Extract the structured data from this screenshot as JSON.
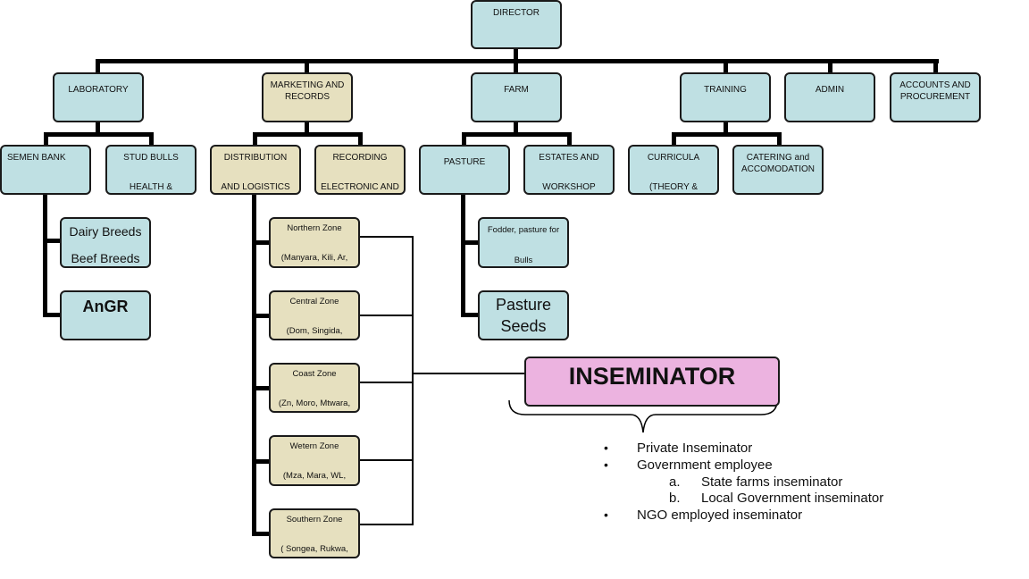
{
  "director": "DIRECTOR",
  "departments": {
    "laboratory": "LABORATORY",
    "marketing": "MARKETING AND RECORDS",
    "farm": "FARM",
    "training": "TRAINING",
    "admin": "ADMIN",
    "accounts": "ACCOUNTS AND PROCUREMENT"
  },
  "units": {
    "semen_bank": "SEMEN BANK",
    "stud_bulls": [
      "STUD BULLS",
      "HEALTH &"
    ],
    "distribution": [
      "DISTRIBUTION",
      "AND LOGISTICS"
    ],
    "recording": [
      "RECORDING",
      "ELECTRONIC AND"
    ],
    "pasture": "PASTURE",
    "estates": [
      "ESTATES AND",
      "WORKSHOP"
    ],
    "curricula": [
      "CURRICULA",
      "(THEORY &"
    ],
    "catering": "CATERING and ACCOMODATION"
  },
  "lab_items": {
    "dairy": [
      "Dairy Breeds",
      "Beef Breeds"
    ],
    "angr": "AnGR"
  },
  "farm_items": {
    "fodder": [
      "Fodder, pasture for",
      "Bulls"
    ],
    "seeds": [
      "Pasture",
      "Seeds"
    ]
  },
  "zones": [
    {
      "name": "Northern   Zone",
      "regions": "(Manyara, Kili, Ar,"
    },
    {
      "name": "Central   Zone",
      "regions": "(Dom, Singida,"
    },
    {
      "name": "Coast Zone",
      "regions": "(Zn, Moro, Mtwara,"
    },
    {
      "name": "Wetern Zone",
      "regions": "(Mza, Mara, WL,"
    },
    {
      "name": "Southern Zone",
      "regions": "( Songea, Rukwa,"
    }
  ],
  "inseminator": "INSEMINATOR",
  "inseminator_types": {
    "b1": "Private Inseminator",
    "b2": "Government employee",
    "b2a_marker": "a.",
    "b2a": "State farms inseminator",
    "b2b_marker": "b.",
    "b2b": "Local Government inseminator",
    "b3": "NGO employed inseminator"
  },
  "colors": {
    "blue_box": "#bfe0e3",
    "tan_box": "#e6e0bf",
    "pink_box": "#ecb3e0",
    "connector": "#000000"
  }
}
